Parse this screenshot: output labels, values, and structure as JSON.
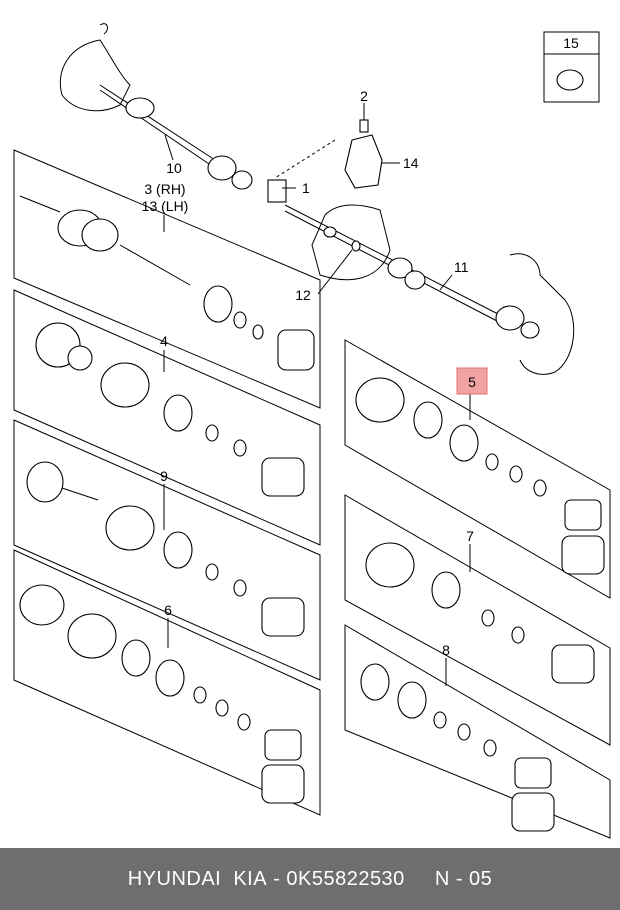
{
  "callouts": {
    "c1": "1",
    "c2": "2",
    "c3": "3 (RH)",
    "c13": "13 (LH)",
    "c4": "4",
    "c5": "5",
    "c6": "6",
    "c7": "7",
    "c8": "8",
    "c9": "9",
    "c10": "10",
    "c11": "11",
    "c12": "12",
    "c14": "14",
    "c15": "15"
  },
  "highlight_color": "#f1a3a3",
  "footer": {
    "brand": "HYUNDAI  KIA",
    "separator": " - ",
    "part_number": "0K55822530",
    "page": "N - 05"
  }
}
